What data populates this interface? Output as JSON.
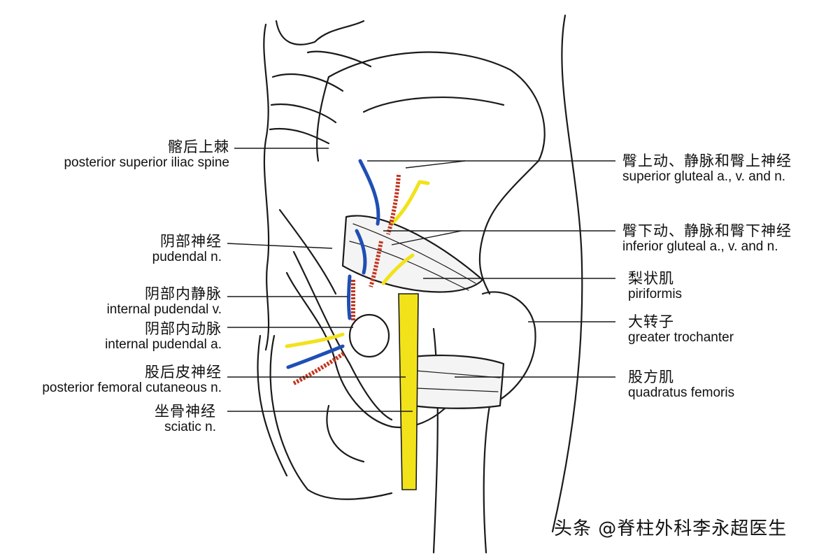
{
  "labels": {
    "psis": {
      "cn": "髂后上棘",
      "en": "posterior superior iliac spine"
    },
    "pudendal_n": {
      "cn": "阴部神经",
      "en": "pudendal n."
    },
    "int_pud_v": {
      "cn": "阴部内静脉",
      "en": "internal pudendal v."
    },
    "int_pud_a": {
      "cn": "阴部内动脉",
      "en": "internal pudendal a."
    },
    "post_fem_cut": {
      "cn": "股后皮神经",
      "en": "posterior femoral cutaneous n."
    },
    "sciatic": {
      "cn": "坐骨神经",
      "en": "sciatic n."
    },
    "sup_gluteal": {
      "cn": "臀上动、静脉和臀上神经",
      "en": "superior gluteal a., v. and n."
    },
    "inf_gluteal": {
      "cn": "臀下动、静脉和臀下神经",
      "en": "inferior gluteal a., v. and n."
    },
    "piriformis": {
      "cn": "梨状肌",
      "en": "piriformis"
    },
    "greater_troch": {
      "cn": "大转子",
      "en": "greater trochanter"
    },
    "quadratus": {
      "cn": "股方肌",
      "en": "quadratus femoris"
    }
  },
  "watermark": "头条 @脊柱外科李永超医生",
  "colors": {
    "nerve": "#f2e21a",
    "vein": "#1f4fb5",
    "artery": "#c2361f",
    "outline": "#1a1a1a"
  }
}
